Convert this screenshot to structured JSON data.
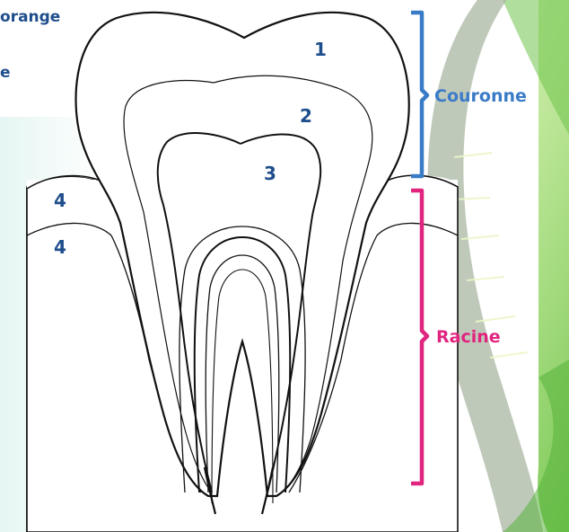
{
  "top_left_text": {
    "line1": "orange",
    "line2": "e"
  },
  "diagram": {
    "numbers": {
      "n1": "1",
      "n2": "2",
      "n3": "3",
      "n4a": "4",
      "n4b": "4"
    },
    "crown_label": "Couronne",
    "root_label": "Racine"
  },
  "colors": {
    "label_blue": "#1f4e8c",
    "crown_bracket": "#3a7bc8",
    "root_bracket": "#e0247f",
    "outline": "#111111",
    "green_bg": "#8fd06a"
  }
}
